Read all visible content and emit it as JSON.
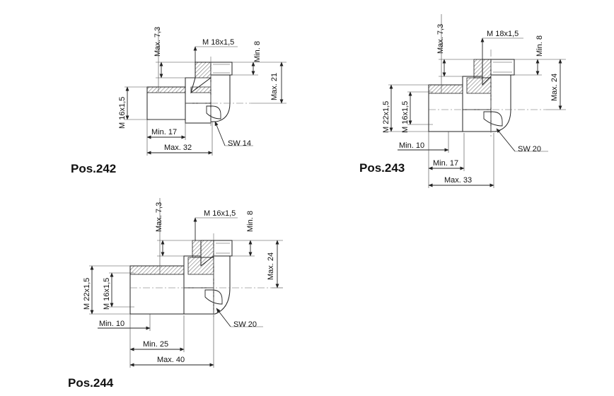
{
  "figures": [
    {
      "position": "Pos.242",
      "labels": {
        "thread_top": "M 18x1,5",
        "max_7_3": "Max. 7,3",
        "min_8": "Min. 8",
        "max_height": "Max. 21",
        "thread_left": "M 16x1,5",
        "min_len": "Min. 17",
        "max_len": "Max. 32",
        "wrench": "SW 14"
      }
    },
    {
      "position": "Pos.243",
      "labels": {
        "thread_top": "M 18x1,5",
        "max_7_3": "Max. 7,3",
        "min_8": "Min. 8",
        "max_height": "Max. 24",
        "thread_outer": "M 22x1,5",
        "thread_inner": "M 16x1,5",
        "min_short": "Min. 10",
        "min_len": "Min. 17",
        "max_len": "Max. 33",
        "wrench": "SW 20"
      }
    },
    {
      "position": "Pos.244",
      "labels": {
        "thread_top": "M 16x1,5",
        "max_7_3": "Max. 7,3",
        "min_8": "Min. 8",
        "max_height": "Max. 24",
        "thread_outer": "M 22x1,5",
        "thread_inner": "M 16x1,5",
        "min_short": "Min. 10",
        "min_len": "Min. 25",
        "max_len": "Max. 40",
        "wrench": "SW 20"
      }
    }
  ]
}
